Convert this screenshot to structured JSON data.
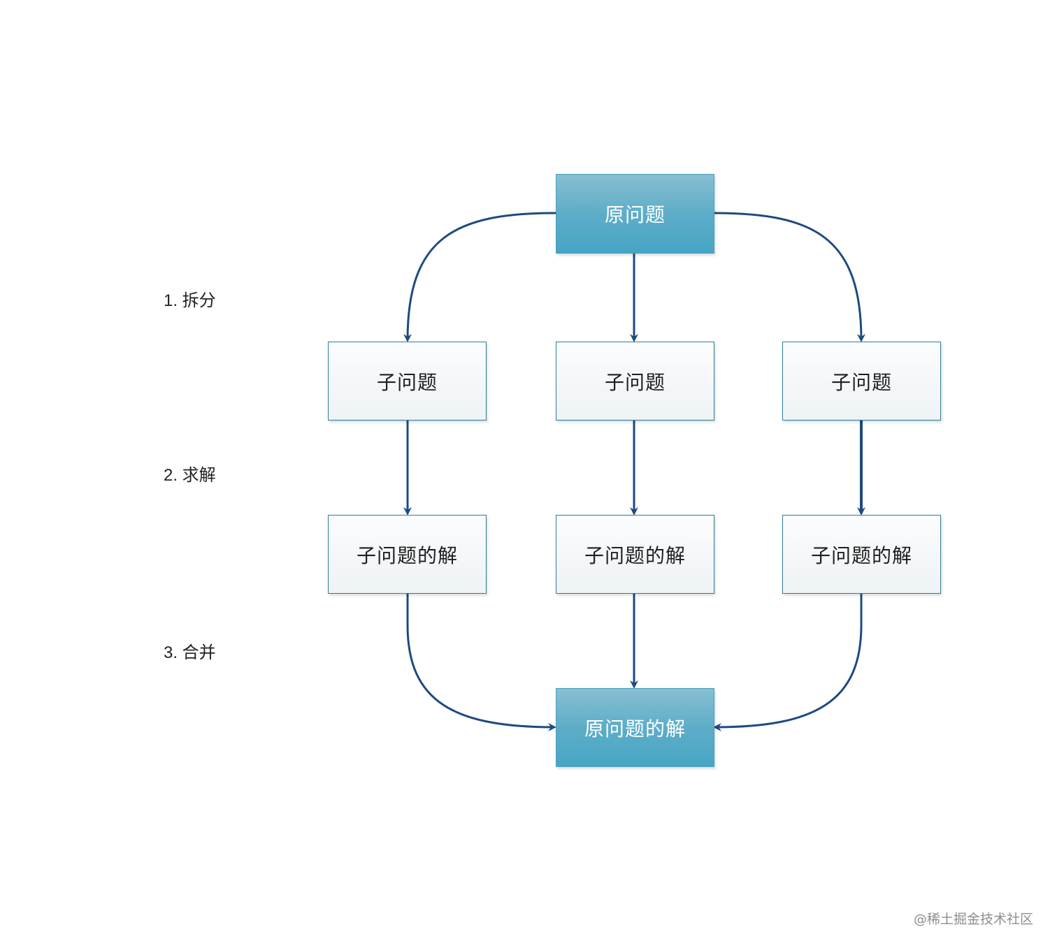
{
  "diagram": {
    "original_problem": "原问题",
    "sub_problem": "子问题",
    "sub_solution": "子问题的解",
    "original_solution": "原问题的解",
    "steps": [
      "1. 拆分",
      "2. 求解",
      "3. 合并"
    ],
    "colors": {
      "edge": "#1e4a80",
      "primary_fill": "#5eadc8",
      "primary_border": "#4a9ebd",
      "sub_border": "#2e7d98"
    }
  },
  "watermark": "@稀土掘金技术社区"
}
